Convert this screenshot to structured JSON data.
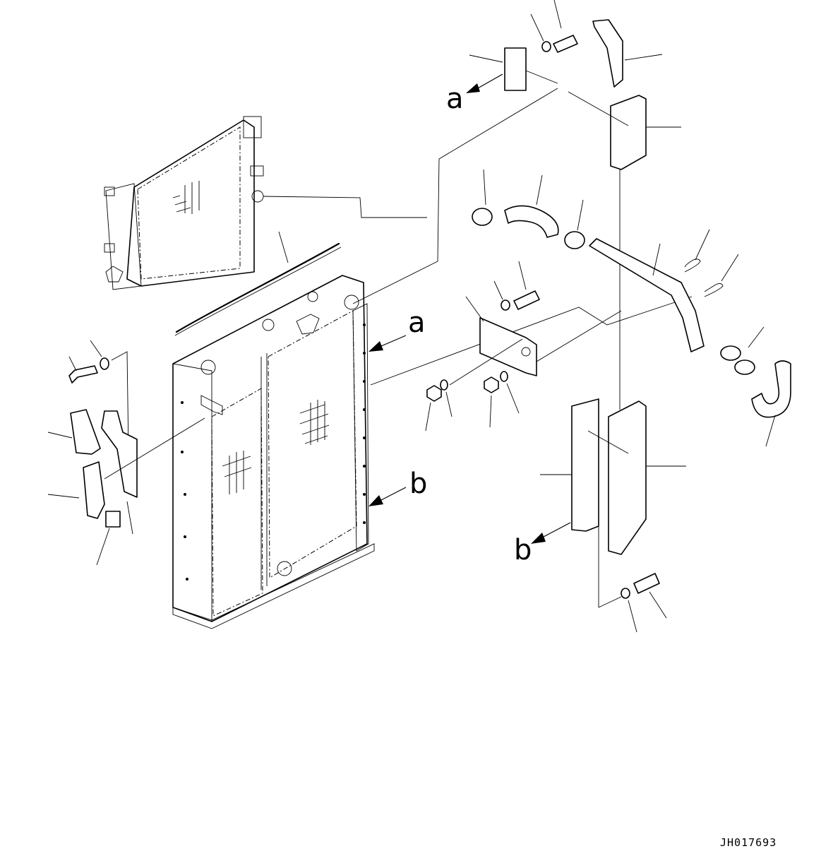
{
  "drawing_number": "JH017693",
  "reference_letters": {
    "a_top": "a",
    "a_right": "a",
    "b_right": "b",
    "b_lower": "b"
  }
}
